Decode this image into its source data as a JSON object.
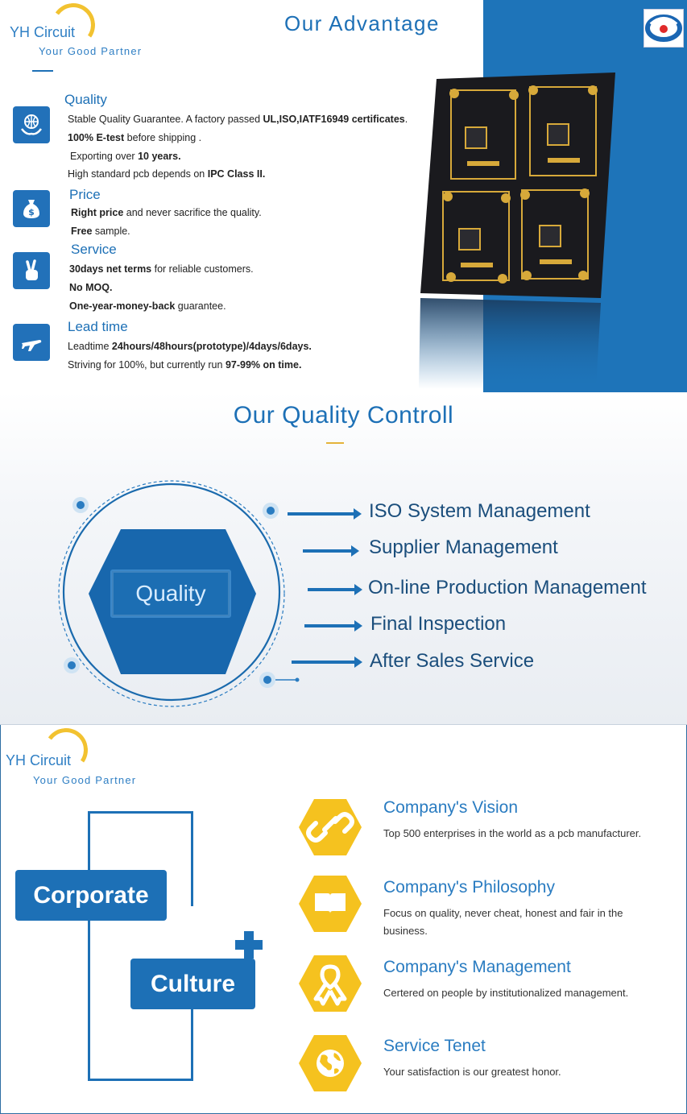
{
  "brand": {
    "name": "YH Circuit",
    "tagline": "Your Good Partner"
  },
  "advantage": {
    "title": "Our Advantage",
    "sections": [
      {
        "heading": "Quality",
        "icon": "globe-hands-icon",
        "lines": [
          [
            "Stable Quality Guarantee. A factory passed ",
            "UL,ISO,IATF16949 certificates",
            "."
          ],
          [
            "",
            "100% E-test",
            " before shipping ."
          ],
          [
            "Exporting over ",
            "10 years.",
            ""
          ],
          [
            "High standard pcb depends on ",
            "IPC Class II.",
            ""
          ]
        ]
      },
      {
        "heading": "Price",
        "icon": "money-bag-icon",
        "lines": [
          [
            "",
            "Right price",
            " and never sacrifice the quality."
          ],
          [
            "",
            "Free",
            " sample."
          ]
        ]
      },
      {
        "heading": "Service",
        "icon": "victory-hand-icon",
        "lines": [
          [
            "",
            "30days net terms",
            " for reliable customers."
          ],
          [
            "",
            "No MOQ.",
            ""
          ],
          [
            "",
            "One-year-money-back",
            " guarantee."
          ]
        ]
      },
      {
        "heading": "Lead time",
        "icon": "airplane-icon",
        "lines": [
          [
            "Leadtime ",
            "24hours/48hours(prototype)/4days/6days.",
            ""
          ],
          [
            "Striving for 100%, but currently run ",
            "97-99% on time.",
            ""
          ]
        ]
      }
    ]
  },
  "quality_control": {
    "title": "Our Quality Controll",
    "center_label": "Quality",
    "items": [
      "ISO System Management",
      "Supplier Management",
      "On-line Production Management",
      "Final Inspection",
      "After Sales Service"
    ]
  },
  "culture": {
    "box1": "Corporate",
    "box2": "Culture",
    "items": [
      {
        "heading": "Company's Vision",
        "text": "Top 500 enterprises in the world as a pcb manufacturer.",
        "icon": "chain-link-icon"
      },
      {
        "heading": "Company's Philosophy",
        "text": "Focus on quality, never cheat, honest and fair in the business.",
        "icon": "open-book-icon"
      },
      {
        "heading": "Company's Management",
        "text": "Certered on people by institutionalized management.",
        "icon": "ribbon-icon"
      },
      {
        "heading": "Service Tenet",
        "text": "Your satisfaction is our greatest honor.",
        "icon": "globe-icon"
      }
    ]
  },
  "colors": {
    "primary": "#1d70b6",
    "accent_yellow": "#f5c21f",
    "panel_blue": "#1e74b9"
  }
}
